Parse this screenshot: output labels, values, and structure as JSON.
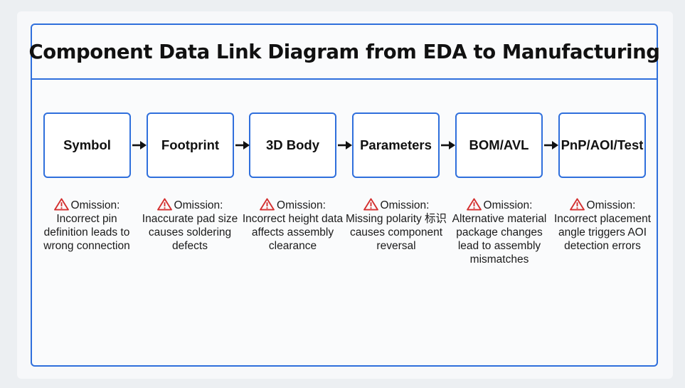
{
  "title": "Component Data Link Diagram from EDA to Manufacturing",
  "colors": {
    "frame": "#2f6fdc",
    "warning": "#d32f2f",
    "arrow": "#111111"
  },
  "stages": [
    {
      "label": "Symbol",
      "omission_label": "Omission:",
      "omission_text": "Incorrect pin definition leads to wrong connection"
    },
    {
      "label": "Footprint",
      "omission_label": "Omission:",
      "omission_text": "Inaccurate pad size causes soldering defects"
    },
    {
      "label": "3D Body",
      "omission_label": "Omission:",
      "omission_text": "Incorrect height data affects assembly clearance"
    },
    {
      "label": "Parameters",
      "omission_label": "Omission:",
      "omission_text": "Missing polarity 标识causes component reversal"
    },
    {
      "label": "BOM/AVL",
      "omission_label": "Omission:",
      "omission_text": "Alternative material package changes lead to assembly mismatches"
    },
    {
      "label": "PnP/AOI/Test",
      "omission_label": "Omission:",
      "omission_text": "Incorrect placement angle triggers AOI detection errors"
    }
  ],
  "icons": {
    "arrow": "right-arrow-icon",
    "warning": "warning-triangle-icon"
  }
}
